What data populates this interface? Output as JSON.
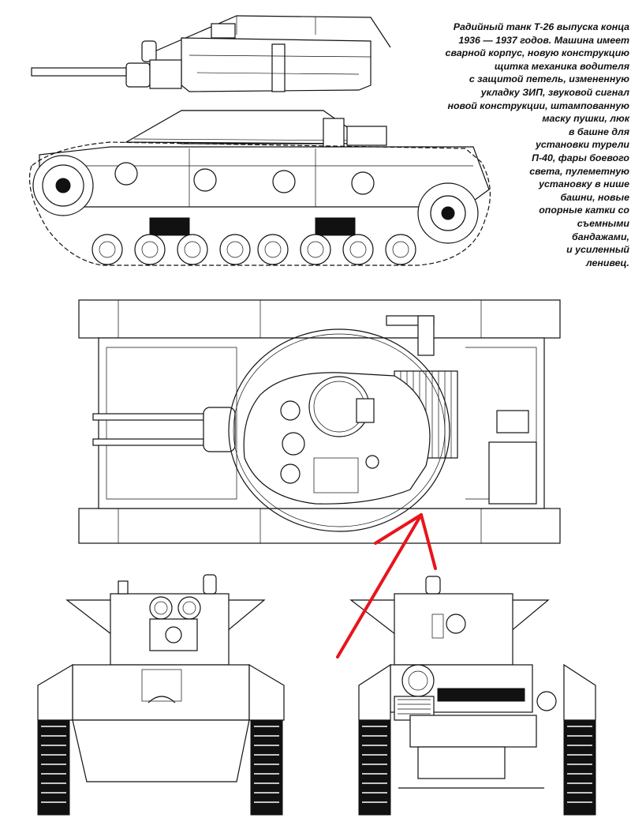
{
  "caption": {
    "lines": [
      "Радийный танк Т-26 выпуска конца",
      "1936 — 1937 годов. Машина имеет",
      "сварной корпус, новую конструкцию",
      "щитка механика водителя",
      "с защитой петель, измененную",
      "укладку ЗИП, звуковой сигнал",
      "новой конструкции, штампованную",
      "маску пушки, люк",
      "в башне для",
      "установки турели",
      "П-40, фары боевого",
      "света, пулеметную",
      "установку в нише",
      "башни, новые",
      "опорные катки со",
      "съемными",
      "бандажами,",
      "и усиленный",
      "ленивец."
    ]
  },
  "colors": {
    "ink": "#111111",
    "annotation_arrow": "#e8141c",
    "paper": "#ffffff"
  },
  "views": [
    "side-view",
    "top-view",
    "front-view",
    "rear-view"
  ]
}
